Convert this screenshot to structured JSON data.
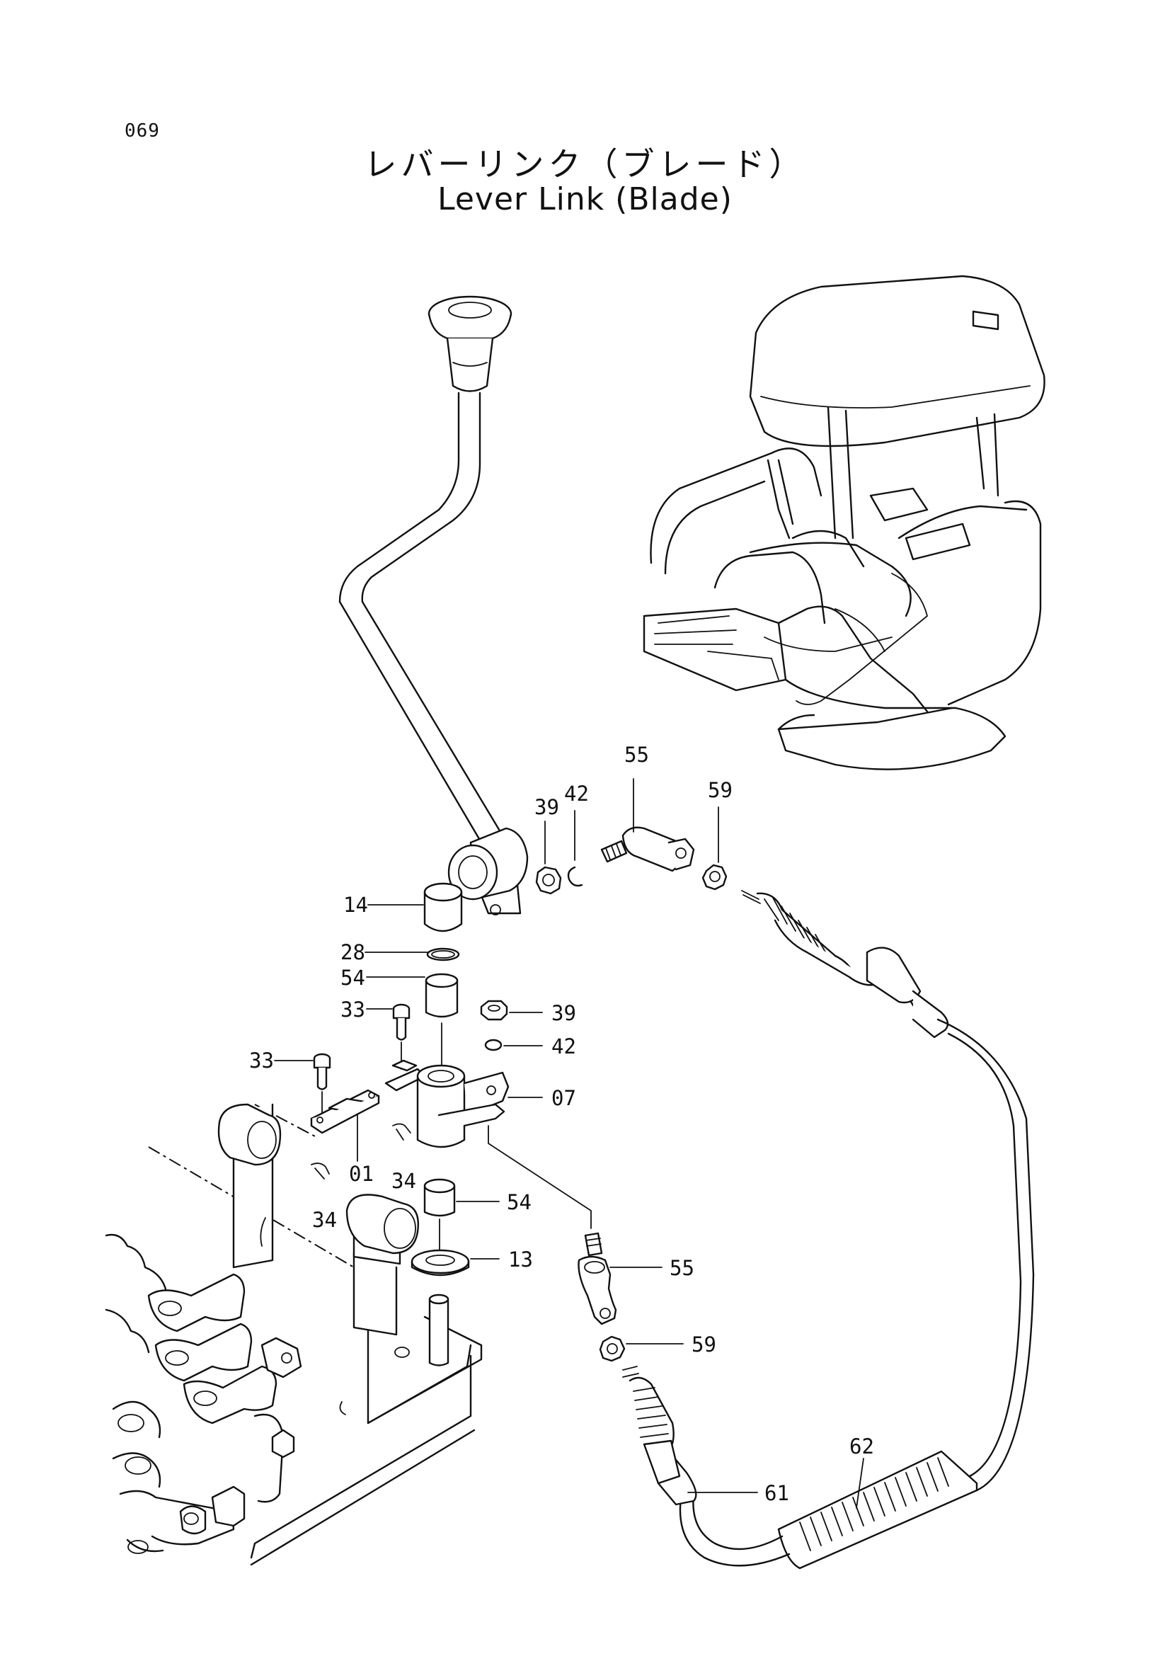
{
  "page_number": "069",
  "title_jp": "レバーリンク（ブレード）",
  "title_en": "Lever Link (Blade)",
  "labels": {
    "l55_top": "55",
    "l42_top": "42",
    "l39_top": "39",
    "l59_top": "59",
    "l14": "14",
    "l28": "28",
    "l54_top": "54",
    "l33_a": "33",
    "l33_b": "33",
    "l39_right": "39",
    "l42_right": "42",
    "l07": "07",
    "l01": "01",
    "l34_a": "34",
    "l34_b": "34",
    "l54_bottom": "54",
    "l13": "13",
    "l55_right": "55",
    "l59_right": "59",
    "l62": "62",
    "l61": "61"
  }
}
